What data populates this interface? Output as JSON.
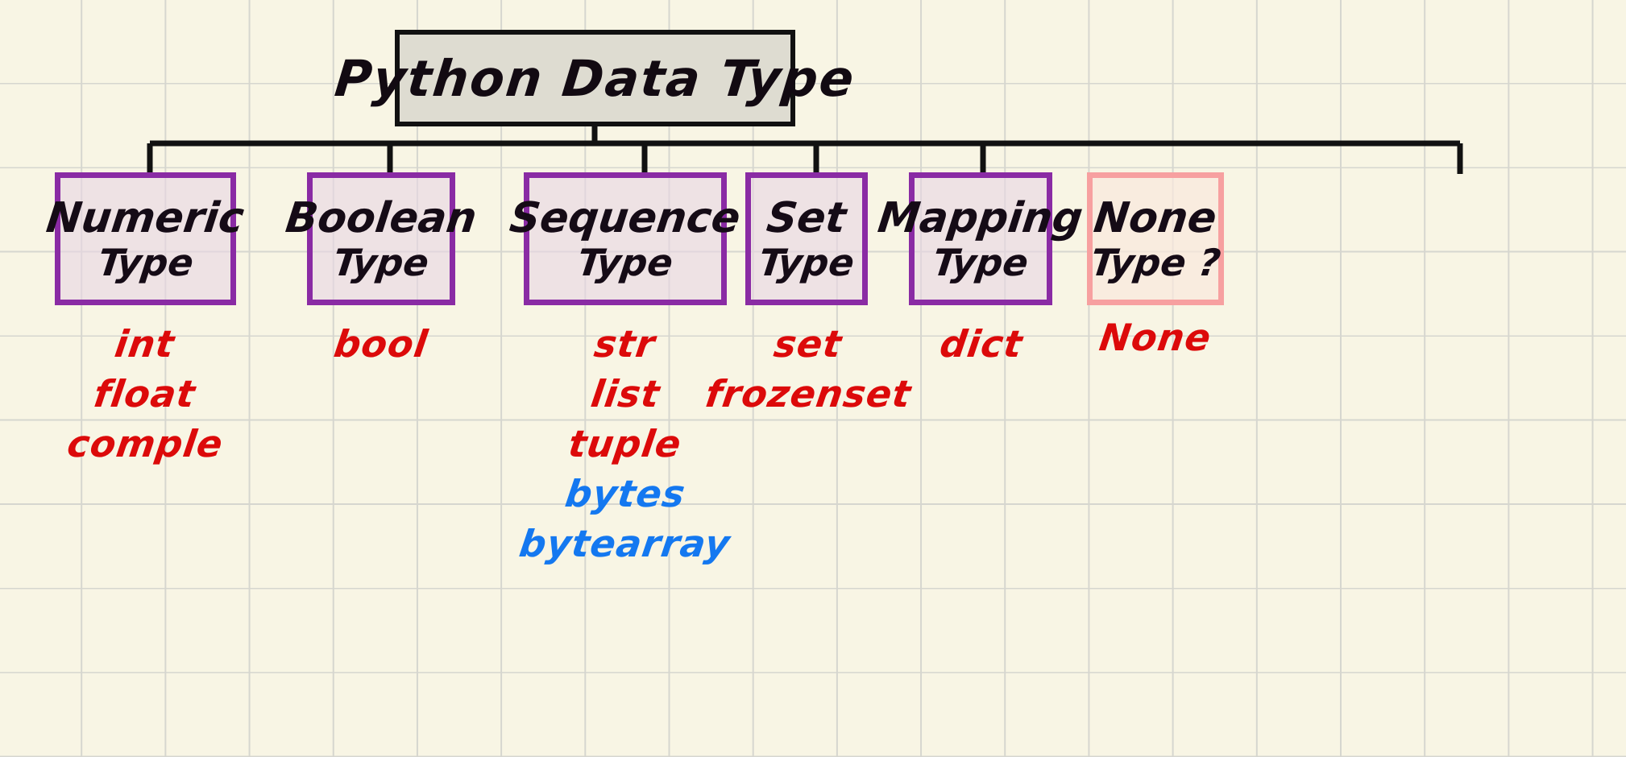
{
  "diagram": {
    "title": "Python Data Type",
    "style": {
      "background": "#f8f5e4",
      "grid_line": "#d6d6cf",
      "root_fill": "#dedcd1",
      "root_border": "#111111",
      "category_border": "#8a2ba4",
      "category_fill": "#e8d6e4",
      "none_border": "#f7a0a0",
      "none_fill": "#fae8dd",
      "red_text": "#dc0a0a",
      "blue_text": "#1478f0",
      "ink": "#150b16"
    },
    "root": {
      "label": "Python Data Type"
    },
    "categories": [
      {
        "id": "numeric",
        "line1": "Numeric",
        "line2": "Type",
        "kind": "standard",
        "leaves": [
          {
            "text": "int",
            "color": "red"
          },
          {
            "text": "float",
            "color": "red"
          },
          {
            "text": "comple",
            "color": "red"
          }
        ]
      },
      {
        "id": "boolean",
        "line1": "Boolean",
        "line2": "Type",
        "kind": "standard",
        "leaves": [
          {
            "text": "bool",
            "color": "red"
          }
        ]
      },
      {
        "id": "sequence",
        "line1": "Sequence",
        "line2": "Type",
        "kind": "standard",
        "leaves": [
          {
            "text": "str",
            "color": "red"
          },
          {
            "text": "list",
            "color": "red"
          },
          {
            "text": "tuple",
            "color": "red"
          },
          {
            "text": "bytes",
            "color": "blue"
          },
          {
            "text": "bytearray",
            "color": "blue"
          }
        ]
      },
      {
        "id": "set",
        "line1": "Set",
        "line2": "Type",
        "kind": "standard",
        "leaves": [
          {
            "text": "set",
            "color": "red"
          },
          {
            "text": "frozenset",
            "color": "red"
          }
        ]
      },
      {
        "id": "mapping",
        "line1": "Mapping",
        "line2": "Type",
        "kind": "standard",
        "leaves": [
          {
            "text": "dict",
            "color": "red"
          }
        ]
      },
      {
        "id": "none",
        "line1": "None",
        "line2": "Type ?",
        "kind": "none",
        "leaves": [
          {
            "text": "None",
            "color": "red"
          }
        ]
      }
    ]
  }
}
